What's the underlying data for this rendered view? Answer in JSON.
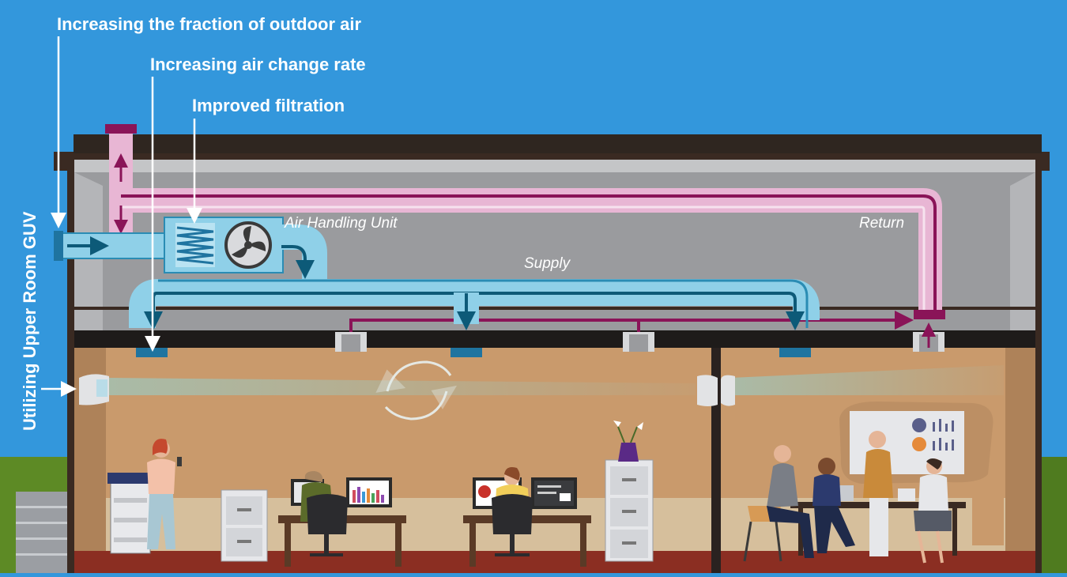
{
  "callouts": {
    "outdoor_air": "Increasing the fraction of outdoor air",
    "air_change_rate": "Increasing air change rate",
    "filtration": "Improved filtration",
    "upper_room_guv": "Utilizing Upper Room GUV"
  },
  "duct_labels": {
    "air_handling_unit": "Air Handling Unit",
    "return": "Return",
    "supply": "Supply"
  },
  "colors": {
    "sky": "#3397dc",
    "supply_duct": "#8fd0e8",
    "supply_flow": "#0d5a78",
    "return_duct": "#e8b6d4",
    "return_flow": "#8a1458",
    "ceiling_space": "#9a9b9e",
    "room_wall": "#c99a6c",
    "floor": "#8b2e22",
    "grass": "#4f7b1f"
  },
  "icons": [
    "fan-icon",
    "filter-icon",
    "recirculation-icon",
    "guv-fixture-icon",
    "printer-icon",
    "file-cabinet-icon",
    "office-chair-icon",
    "monitor-icon",
    "flower-vase-icon",
    "whiteboard-icon",
    "person-icon"
  ]
}
